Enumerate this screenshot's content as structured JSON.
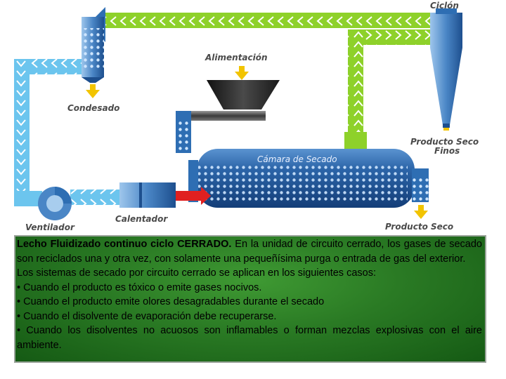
{
  "diagram": {
    "labels": {
      "cyclone": "Ciclón",
      "feed": "Alimentación",
      "condensate": "Condesado",
      "fine_dry_product_line1": "Producto Seco",
      "fine_dry_product_line2": "Finos",
      "drying_chamber": "Cámara de Secado",
      "fan": "Ventilador",
      "heater": "Calentador",
      "dry_product": "Producto Seco"
    },
    "colors": {
      "green_duct": "#8ed12a",
      "blue_duct": "#6cc5ee",
      "vessel_blue": "#2e6eb3",
      "arrow_yellow": "#f2c400",
      "heat_red": "#e02020",
      "hopper_dark": "#2a2a2a"
    }
  },
  "text": {
    "title": "Lecho Fluidizado continuo ciclo CERRADO.",
    "intro": " En la unidad de circuito cerrado, los gases de secado son reciclados una y otra vez, con solamente una pequeñísima purga o entrada de gas del exterior.",
    "cases_intro": "Los sistemas de secado por circuito cerrado se aplican en los siguientes casos:",
    "bullets": [
      "• Cuando el producto es tóxico o emite gases nocivos.",
      "• Cuando el producto emite olores desagradables durante el secado",
      "• Cuando el disolvente de evaporación debe recuperarse.",
      "• Cuando los disolventes no acuosos son inflamables o forman mezclas explosivas con el aire ambiente."
    ]
  }
}
